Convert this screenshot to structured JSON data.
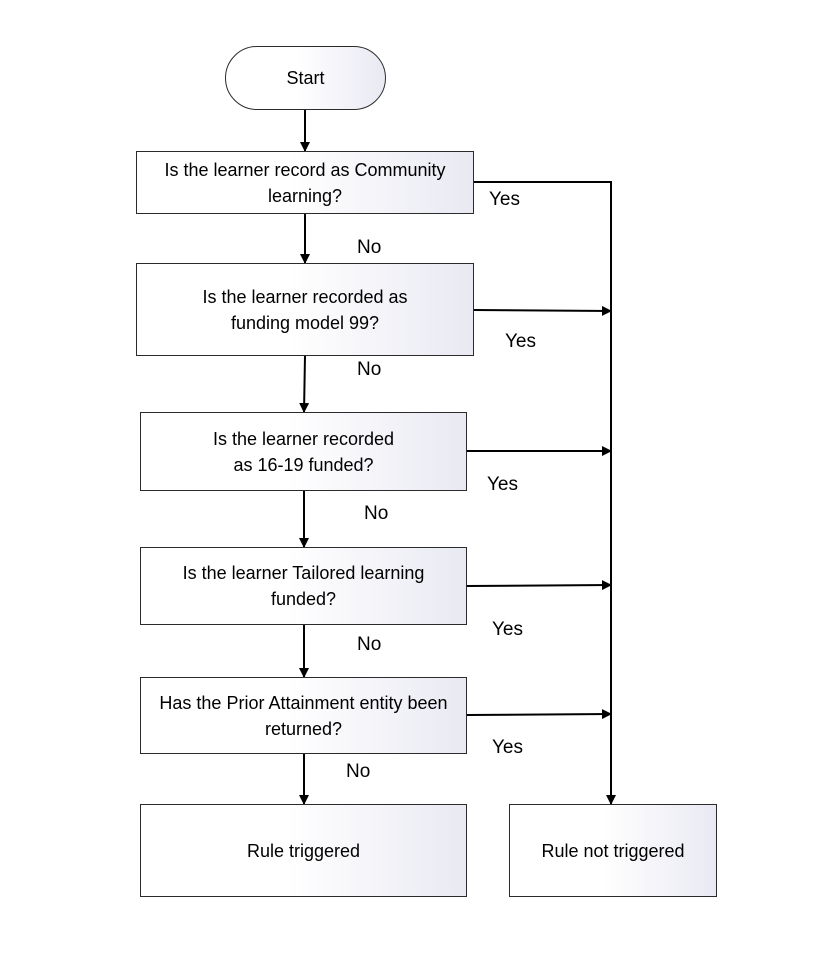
{
  "nodes": {
    "start": "Start",
    "q1": "Is the learner record as Community learning?",
    "q2": "Is the learner recorded as funding model 99?",
    "q3": "Is the learner recorded as 16-19 funded?",
    "q4": "Is the learner Tailored learning funded?",
    "q5": "Has the Prior Attainment entity been returned?",
    "rule_triggered": "Rule triggered",
    "rule_not_triggered": "Rule not triggered"
  },
  "edge_labels": {
    "q1_no": "No",
    "q1_yes": "Yes",
    "q2_no": "No",
    "q2_yes": "Yes",
    "q3_no": "No",
    "q3_yes": "Yes",
    "q4_no": "No",
    "q4_yes": "Yes",
    "q5_no": "No",
    "q5_yes": "Yes"
  },
  "colors": {
    "stroke": "#000000",
    "box_gradient_end": "#e9e9f3"
  }
}
